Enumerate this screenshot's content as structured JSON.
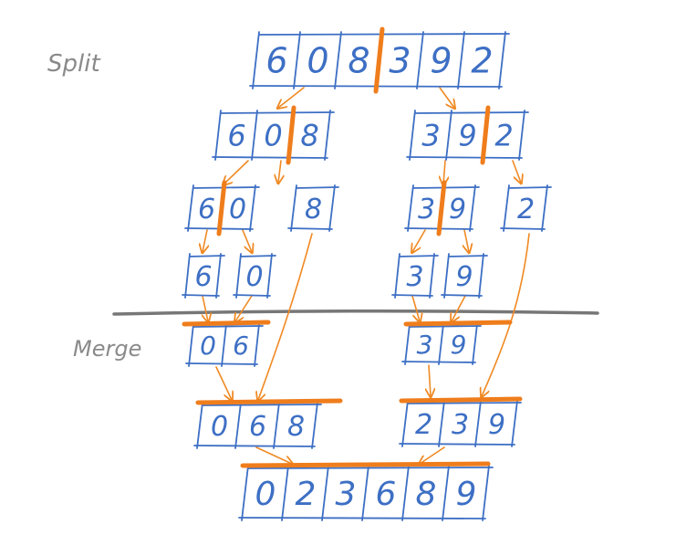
{
  "labels": {
    "split": "Split",
    "merge": "Merge"
  },
  "colors": {
    "box": "#3d6fc4",
    "text": "#3d6fc4",
    "arrow": "#f08a24",
    "divider": "#ef7d1c",
    "separator": "#777777",
    "label": "#8a8a8a"
  },
  "arrays": {
    "root": [
      "6",
      "0",
      "8",
      "3",
      "9",
      "2"
    ],
    "left": [
      "6",
      "0",
      "8"
    ],
    "right": [
      "3",
      "9",
      "2"
    ],
    "left_left": [
      "6",
      "0"
    ],
    "left_right": [
      "8"
    ],
    "right_left": [
      "3",
      "9"
    ],
    "right_right": [
      "2"
    ],
    "leaf_6": [
      "6"
    ],
    "leaf_0": [
      "0"
    ],
    "leaf_3": [
      "3"
    ],
    "leaf_9": [
      "9"
    ],
    "merged_06": [
      "0",
      "6"
    ],
    "merged_39": [
      "3",
      "9"
    ],
    "merged_068": [
      "0",
      "6",
      "8"
    ],
    "merged_239": [
      "2",
      "3",
      "9"
    ],
    "result": [
      "0",
      "2",
      "3",
      "6",
      "8",
      "9"
    ]
  }
}
